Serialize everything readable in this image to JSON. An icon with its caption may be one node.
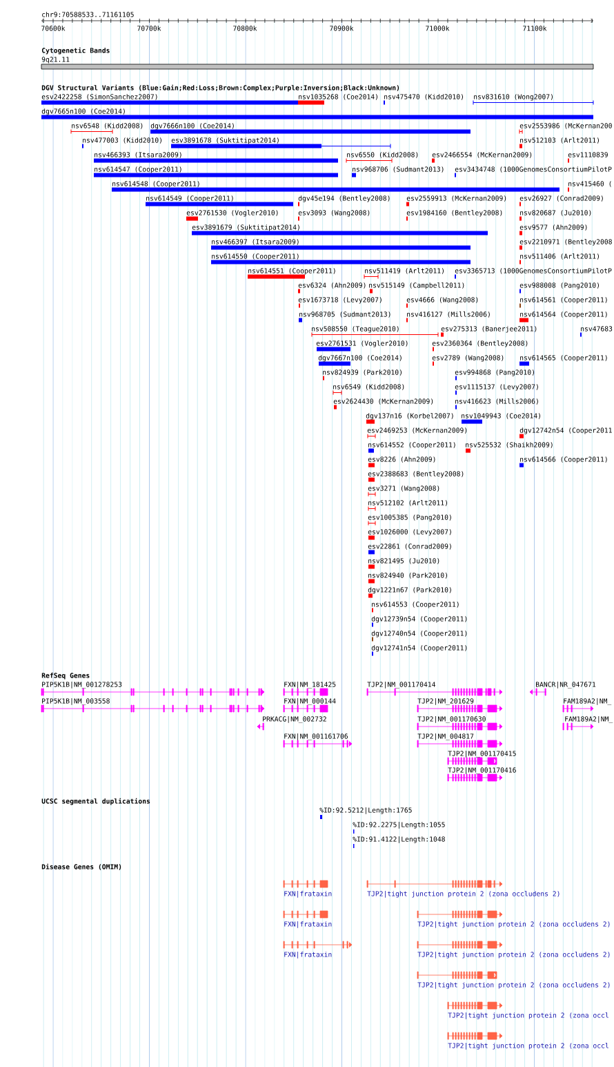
{
  "diagram": {
    "title": "chr9:70588533..71161105",
    "labels": [
      "70600k",
      "70700k",
      "70800k",
      "70900k",
      "71000k",
      "71100k",
      "Cytogenetic Bands",
      "9q21.11",
      "DGV Structural Variants (Blue:Gain;Red:Loss;Brown:Complex;Purple:Inversion;Black:Unknown)",
      "esv2422258 (SimonSanchez2007)",
      "nsv1035268 (Coe2014)",
      "nsv475470 (Kidd2010)",
      "nsv831610 (Wong2007)",
      "dgv7665n100 (Coe2014)",
      "nsv6548 (Kidd2008)",
      "dgv7666n100 (Coe2014)",
      "esv2553986 (McKernan200",
      "nsv477003 (Kidd2010)",
      "esv3891678 (Suktitipat2014)",
      "nsv512103 (Arlt2011)",
      "nsv466393 (Itsara2009)",
      "nsv6550 (Kidd2008)",
      "esv2466554 (McKernan2009)",
      "esv1110839",
      "nsv614547 (Cooper2011)",
      "nsv968706 (Sudmant2013)",
      "esv3434748 (1000GenomesConsortiumPilotP",
      "nsv614548 (Cooper2011)",
      "nsv415460 (",
      "nsv614549 (Cooper2011)",
      "dgv45e194 (Bentley2008)",
      "esv2559913 (McKernan2009)",
      "esv26927 (Conrad2009)",
      "esv2761530 (Vogler2010)",
      "esv3093 (Wang2008)",
      "esv1984160 (Bentley2008)",
      "nsv820687 (Ju2010)",
      "esv3891679 (Suktitipat2014)",
      "esv9577 (Ahn2009)",
      "nsv466397 (Itsara2009)",
      "esv2210971 (Bentley2008",
      "nsv614550 (Cooper2011)",
      "nsv511406 (Arlt2011)",
      "nsv614551 (Cooper2011)",
      "nsv511419 (Arlt2011)",
      "esv3365713 (1000GenomesConsortiumPilotP",
      "esv6324 (Ahn2009)",
      "nsv515149 (Campbell2011)",
      "esv988008 (Pang2010)",
      "esv1673718 (Levy2007)",
      "esv4666 (Wang2008)",
      "nsv614561 (Cooper2011)",
      "nsv968705 (Sudmant2013)",
      "nsv416127 (Mills2006)",
      "nsv614564 (Cooper2011)",
      "nsv508550 (Teague2010)",
      "esv275313 (Banerjee2011)",
      "nsv47683",
      "esv2761531 (Vogler2010)",
      "esv2360364 (Bentley2008)",
      "dgv7667n100 (Coe2014)",
      "esv2789 (Wang2008)",
      "nsv614565 (Cooper2011)",
      "nsv824939 (Park2010)",
      "esv994868 (Pang2010)",
      "nsv6549 (Kidd2008)",
      "esv1115137 (Levy2007)",
      "esv2624430 (McKernan2009)",
      "nsv416623 (Mills2006)",
      "dgv137n16 (Korbel2007)",
      "nsv1049943 (Coe2014)",
      "esv2469253 (McKernan2009)",
      "dgv12742n54 (Cooper2011",
      "nsv614552 (Cooper2011)",
      "nsv525532 (Shaikh2009)",
      "esv8226 (Ahn2009)",
      "nsv614566 (Cooper2011)",
      "esv2388683 (Bentley2008)",
      "esv3271 (Wang2008)",
      "nsv512102 (Arlt2011)",
      "esv1005385 (Pang2010)",
      "esv1026000 (Levy2007)",
      "esv22861 (Conrad2009)",
      "nsv821495 (Ju2010)",
      "nsv824940 (Park2010)",
      "dgv1221n67 (Park2010)",
      "nsv614553 (Cooper2011)",
      "dgv12739n54 (Cooper2011)",
      "dgv12740n54 (Cooper2011)",
      "dgv12741n54 (Cooper2011)",
      "RefSeq Genes",
      "PIP5K1B|NM_001278253",
      "FXN|NM_181425",
      "TJP2|NM_001170414",
      "BANCR|NR_047671",
      "PIP5K1B|NM_003558",
      "FXN|NM_000144",
      "TJP2|NM_201629",
      "FAM189A2|NM_",
      "PRKACG|NM_002732",
      "TJP2|NM_001170630",
      "FAM189A2|NM_",
      "FXN|NM_001161706",
      "TJP2|NM_004817",
      "TJP2|NM_001170415",
      "TJP2|NM_001170416",
      "UCSC segmental duplications",
      "%ID:92.5212|Length:1765",
      "%ID:92.2275|Length:1055",
      "%ID:91.4122|Length:1048",
      "Disease Genes (OMIM)",
      "FXN|frataxin",
      "TJP2|tight junction protein 2 (zona occludens 2)",
      "FXN|frataxin",
      "TJP2|tight junction protein 2 (zona occludens 2)",
      "FXN|frataxin",
      "TJP2|tight junction protein 2 (zona occludens 2)",
      "TJP2|tight junction protein 2 (zona occludens 2)",
      "TJP2|tight junction protein 2 (zona occl",
      "TJP2|tight junction protein 2 (zona occl"
    ]
  }
}
